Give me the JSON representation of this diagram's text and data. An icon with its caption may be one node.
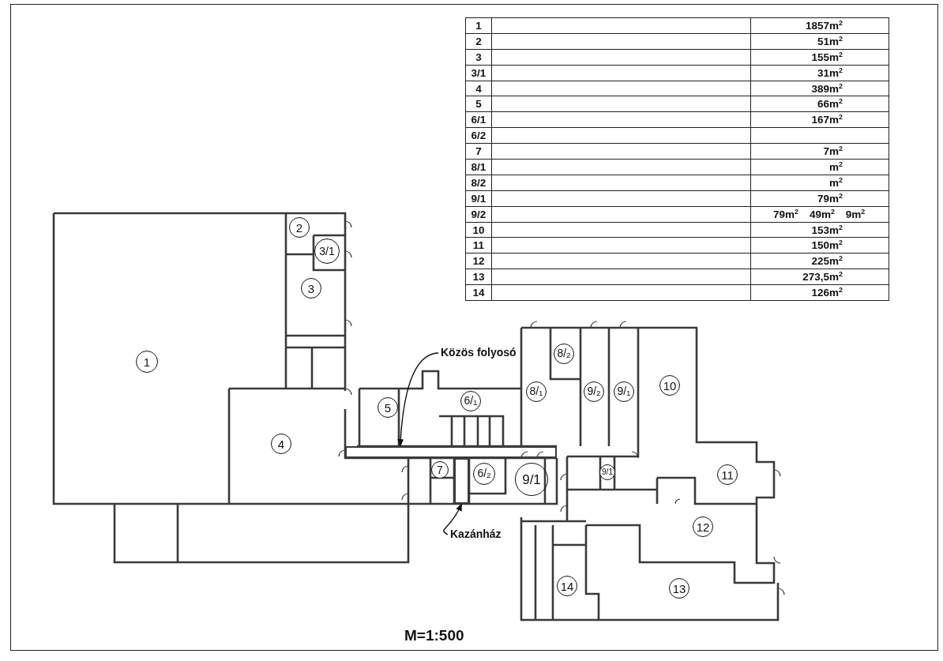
{
  "diagram": {
    "nodes": [
      {
        "text": [
          "2"
        ]
      },
      {
        "text": [
          "3/1"
        ]
      },
      {
        "text": [
          "3"
        ]
      },
      {
        "text": [
          "8/$_{2}$"
        ]
      },
      {
        "text": [
          "Közös folyosó"
        ]
      },
      {
        "text": [
          "1"
        ]
      },
      {
        "text": [
          "10"
        ]
      },
      {
        "text": [
          "8/$_{1}$"
        ]
      },
      {
        "text": [
          "9/$_{2}$"
        ]
      },
      {
        "text": [
          "9/$_{1}$"
        ]
      },
      {
        "text": [
          "6/$_{1}$"
        ]
      },
      {
        "text": [
          "5"
        ]
      },
      {
        "text": [
          "4"
        ]
      },
      {
        "text": [
          "7"
        ]
      },
      {
        "text": [
          "9/1"
        ]
      },
      {
        "text": [
          "6/$_{2}$"
        ]
      },
      {
        "text": [
          "9/1"
        ]
      },
      {
        "text": [
          "11"
        ]
      },
      {
        "text": [
          "12"
        ]
      },
      {
        "text": [
          "Kazánház"
        ]
      },
      {
        "text": [
          "14"
        ]
      },
      {
        "text": [
          "13"
        ]
      },
      {
        "text": [],
        "shape": "box"
      },
      {
        "text": [],
        "shape": "box"
      }
    ],
    "edges": [
      {
        "from": 4,
        "to": 22,
        "arrow": "to"
      },
      {
        "from": 19,
        "to": 23,
        "arrow": "to"
      }
    ],
    "labels": [
      "1",
      "1857m$^{2}$",
      "2",
      "51m$^{2}$",
      "3",
      "155m$^{2}$",
      "3/1",
      "31m$^{2}$",
      "4",
      "389m$^{2}$",
      "5",
      "66m$^{2}$",
      "6/1",
      "167m$^{2}$",
      "6/2",
      "7",
      "7m$^{2}$",
      "8/1",
      "m$^{2}$",
      "8/2",
      "m$^{2}$",
      "9/1",
      "79m$^{2}$",
      "9/2",
      "79m$^{2}$",
      "49m$^{2}$",
      "9m$^{2}$",
      "10",
      "153m$^{2}$",
      "11",
      "150m$^{2}$",
      "12",
      "225m$^{2}$",
      "13",
      "273,5m$^{2}$",
      "14",
      "126m$^{2}$",
      "M=1:500"
    ]
  }
}
